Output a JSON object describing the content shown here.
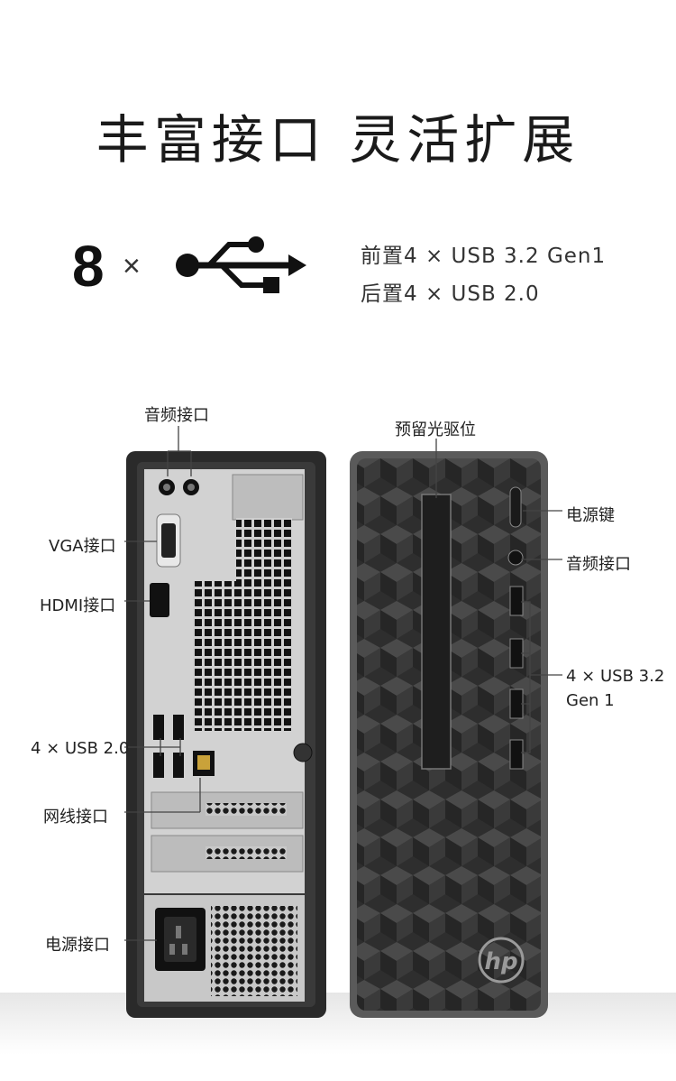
{
  "headline": "丰富接口  灵活扩展",
  "usb": {
    "count": "8",
    "times": "×",
    "front_line": "前置4 × USB 3.2 Gen1",
    "rear_line": "后置4 × USB 2.0"
  },
  "rear_labels": {
    "audio": "音频接口",
    "vga": "VGA接口",
    "hdmi": "HDMI接口",
    "usb": "4 × USB 2.0",
    "lan": "网线接口",
    "power": "电源接口"
  },
  "front_labels": {
    "optical": "预留光驱位",
    "power_button": "电源键",
    "audio": "音频接口",
    "usb_line1": "4 × USB 3.2",
    "usb_line2": "Gen 1"
  },
  "icons": [
    "usb-icon",
    "hp-logo"
  ],
  "colors": {
    "case": "#2a2a2a",
    "panel": "#cfcfcf",
    "text": "#222222"
  }
}
